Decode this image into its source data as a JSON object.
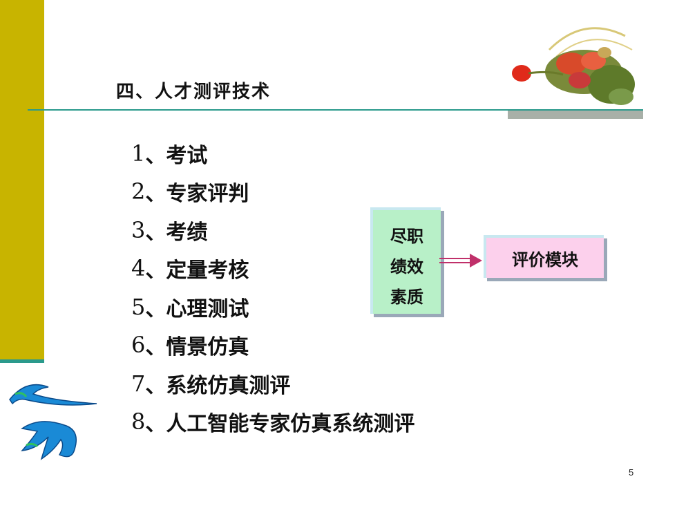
{
  "slide": {
    "title": "四、人才测评技术",
    "items": [
      {
        "num": "1",
        "text": "、考试"
      },
      {
        "num": "2",
        "text": "、专家评判"
      },
      {
        "num": "3",
        "text": "、考绩"
      },
      {
        "num": "4",
        "text": "、定量考核"
      },
      {
        "num": "5",
        "text": "、心理测试"
      },
      {
        "num": "6",
        "text": "、情景仿真"
      },
      {
        "num": "7",
        "text": "、系统仿真测评"
      },
      {
        "num": "8",
        "text": "、人工智能专家仿真系统测评"
      }
    ],
    "left_box": [
      "尽职",
      "绩效",
      "素质"
    ],
    "right_box": "评价模块",
    "page_number": "5"
  },
  "colors": {
    "accent_bar": "#c8b400",
    "rule": "#2a9a8c",
    "left_box": "#b8f0c8",
    "right_box": "#fcd0ec",
    "arrow": "#c0306a"
  },
  "icons": [
    "bouquet-photo",
    "calligraphy-decoration",
    "double-arrow-icon"
  ]
}
